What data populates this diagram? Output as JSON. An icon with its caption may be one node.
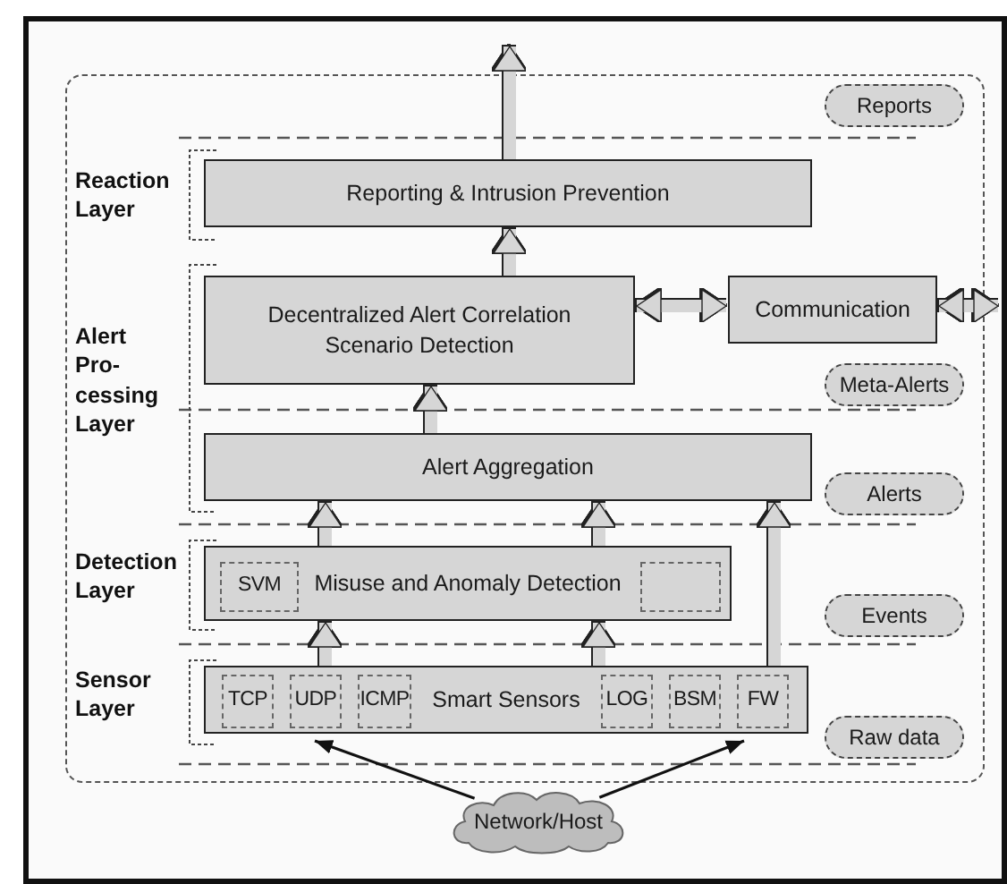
{
  "diagram": {
    "nodes": [
      {
        "text": [
          "Reporting & Intrusion Prevention"
        ]
      },
      {
        "text": [
          "Decentralized Alert Correlation Scenario Detection"
        ]
      },
      {
        "text": [
          "Communication"
        ]
      },
      {
        "text": [
          "Alert Aggregation"
        ]
      },
      {
        "text": [
          "Misuse and Anomaly Detection"
        ]
      },
      {
        "text": [
          "SVM"
        ],
        "in": 4
      },
      {
        "text": [],
        "shape": "box",
        "in": 4
      },
      {
        "text": [
          "Smart Sensors"
        ]
      },
      {
        "text": [
          "TCP"
        ],
        "in": 7
      },
      {
        "text": [
          "UDP"
        ],
        "in": 7
      },
      {
        "text": [
          "ICMP"
        ],
        "in": 7
      },
      {
        "text": [
          "LOG"
        ],
        "in": 7
      },
      {
        "text": [
          "BSM"
        ],
        "in": 7
      },
      {
        "text": [
          "FW"
        ],
        "in": 7
      },
      {
        "text": [
          "Network/Host"
        ]
      },
      {
        "text": [
          "Reports"
        ]
      },
      {
        "text": [
          "Meta-Alerts"
        ]
      },
      {
        "text": [
          "Alerts"
        ]
      },
      {
        "text": [
          "Events"
        ]
      },
      {
        "text": [
          "Raw data"
        ]
      }
    ],
    "edges": [
      {
        "from": 0,
        "to": null,
        "arrow": "to"
      },
      {
        "from": 1,
        "to": 0,
        "arrow": "to"
      },
      {
        "from": 1,
        "to": 2,
        "arrow": "both"
      },
      {
        "from": 2,
        "to": null,
        "arrow": "both"
      },
      {
        "from": 3,
        "to": 1,
        "arrow": "to"
      },
      {
        "from": 4,
        "to": 3,
        "arrow": "to"
      },
      {
        "from": 4,
        "to": 3,
        "arrow": "to"
      },
      {
        "from": 7,
        "to": 4,
        "arrow": "to"
      },
      {
        "from": 7,
        "to": 4,
        "arrow": "to"
      },
      {
        "from": 7,
        "to": 3,
        "arrow": "to"
      },
      {
        "from": 14,
        "to": 7,
        "arrow": "to",
        "color": "#111111"
      },
      {
        "from": 14,
        "to": 7,
        "arrow": "to",
        "color": "#111111"
      }
    ],
    "labels": [
      "Reaction Layer",
      "Alert Pro- cessing Layer",
      "Detection Layer",
      "Sensor Layer"
    ]
  }
}
